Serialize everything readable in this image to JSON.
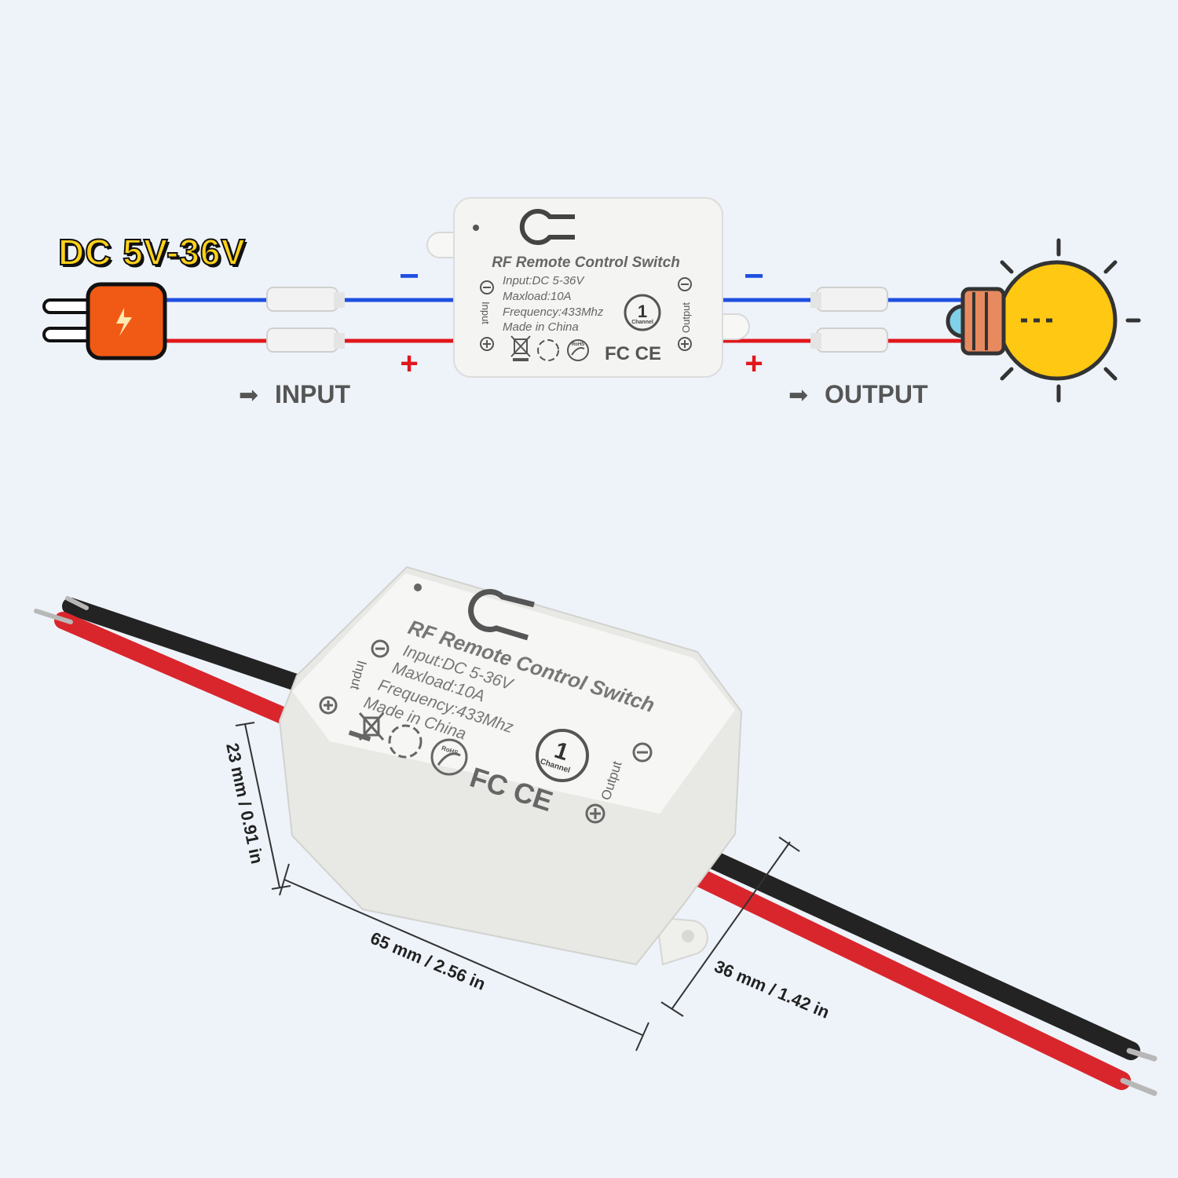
{
  "power": {
    "label": "DC 5V-36V"
  },
  "wiring": {
    "minus_sign": "−",
    "plus_sign": "+",
    "input_label": "INPUT",
    "output_label": "OUTPUT",
    "arrow": "➡"
  },
  "device_label": {
    "title": "RF Remote Control Switch",
    "input_spec": "Input:DC 5-36V",
    "maxload": "Maxload:10A",
    "frequency": "Frequency:433Mhz",
    "origin": "Made in China",
    "side_input": "Input",
    "side_output": "Output",
    "channel_number": "1",
    "channel_word": "Channel",
    "rohs": "RoHS",
    "certs": "FC CE"
  },
  "dimensions": {
    "height": "23 mm / 0.91 in",
    "length": "65 mm / 2.56 in",
    "width": "36 mm / 1.42 in"
  },
  "colors": {
    "background": "#eef3fa",
    "wire_negative": "#1f4fe0",
    "wire_positive": "#e0181c",
    "plug_orange": "#f05a14",
    "bulb_yellow": "#ffc812",
    "device_white": "#f4f4f2",
    "wire_black": "#232323",
    "wire_red": "#d9262c"
  },
  "icons": [
    "plug-icon",
    "lightning-icon",
    "lightbulb-icon",
    "rf-button-icon",
    "weee-bin-icon",
    "recycle-icon",
    "rohs-leaf-icon"
  ]
}
